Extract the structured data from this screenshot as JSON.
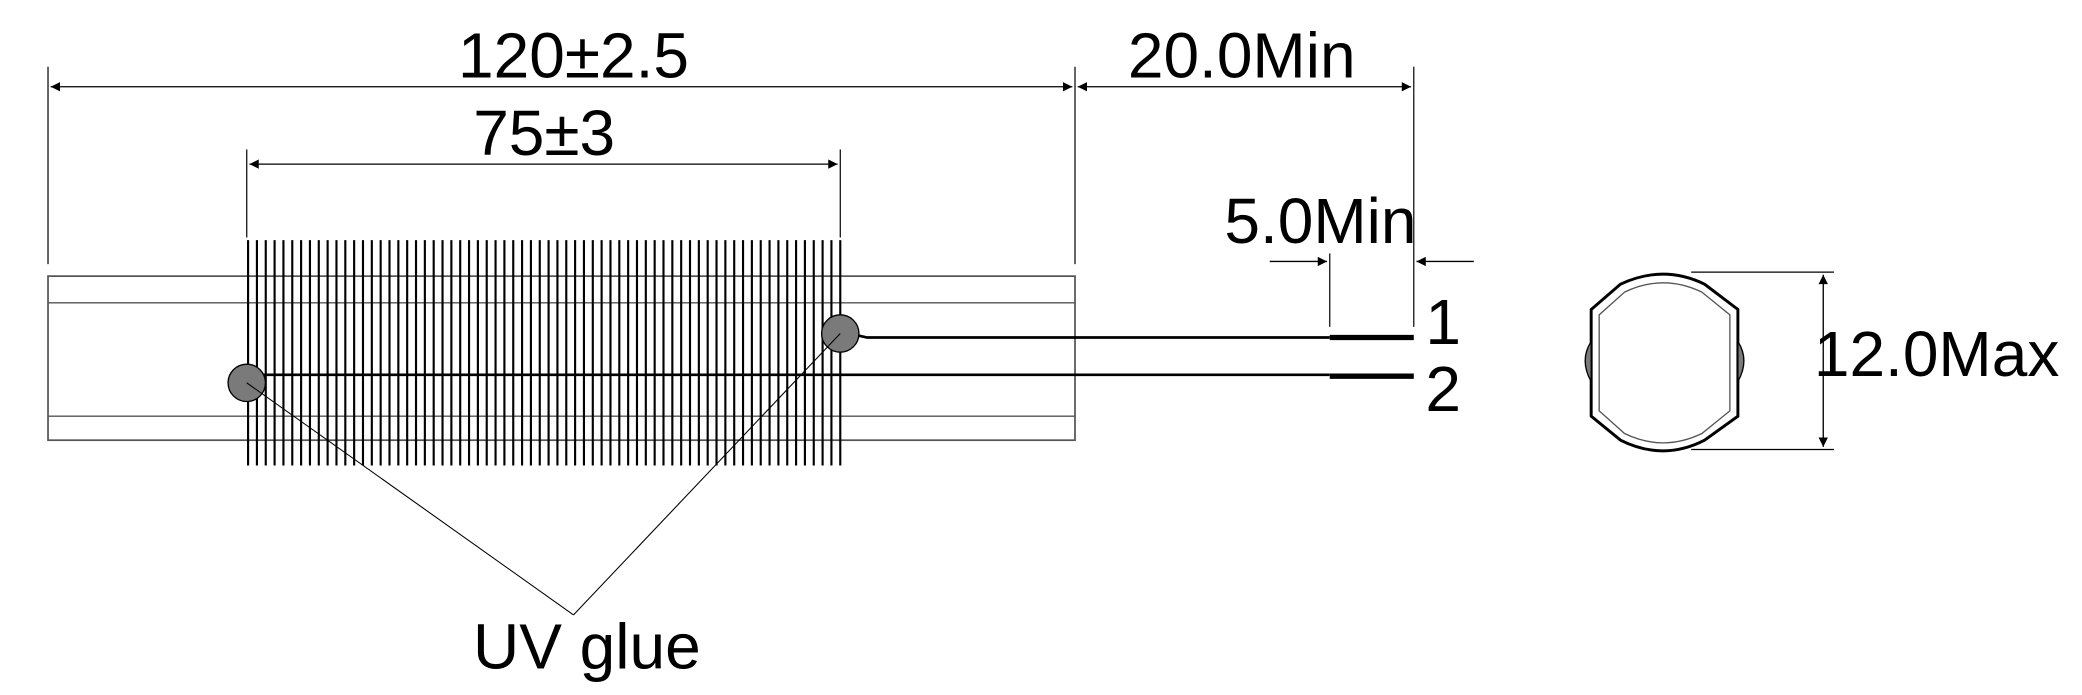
{
  "dimensions": {
    "overall_length": "120±2.5",
    "coil_length": "75±3",
    "lead_length": "20.0Min",
    "strip_length": "5.0Min",
    "diameter": "12.0Max"
  },
  "leads": [
    "1",
    "2"
  ],
  "callout": "UV glue",
  "colors": {
    "line": "#000000",
    "glue": "#7a7a7a",
    "tube_outline": "#555555"
  }
}
